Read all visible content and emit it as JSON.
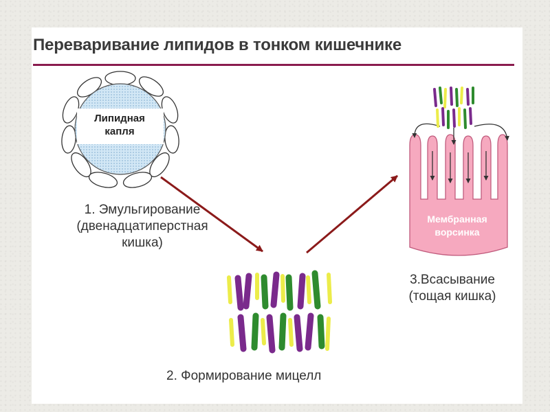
{
  "title": "Переваривание липидов в тонком кишечнике",
  "droplet": {
    "line1": "Липидная",
    "line2": "капля"
  },
  "villus": {
    "line1": "Мембранная",
    "line2": "ворсинка"
  },
  "steps": [
    {
      "line1": "1. Эмульгирование",
      "line2": "(двенадцатиперстная",
      "line3": "кишка)"
    },
    {
      "line1": "2. Формирование мицелл"
    },
    {
      "line1": "3.Всасывание",
      "line2": "(тощая кишка)"
    }
  ],
  "colors": {
    "title_rule": "#8a1c4e",
    "arrow": "#8b1a1a",
    "droplet_fill": "#b8d8ee",
    "villus_fill": "#f6a9bf",
    "micelle_purple": "#7a2a8c",
    "micelle_green": "#2e8b2e",
    "micelle_yellow": "#ecec4a"
  }
}
